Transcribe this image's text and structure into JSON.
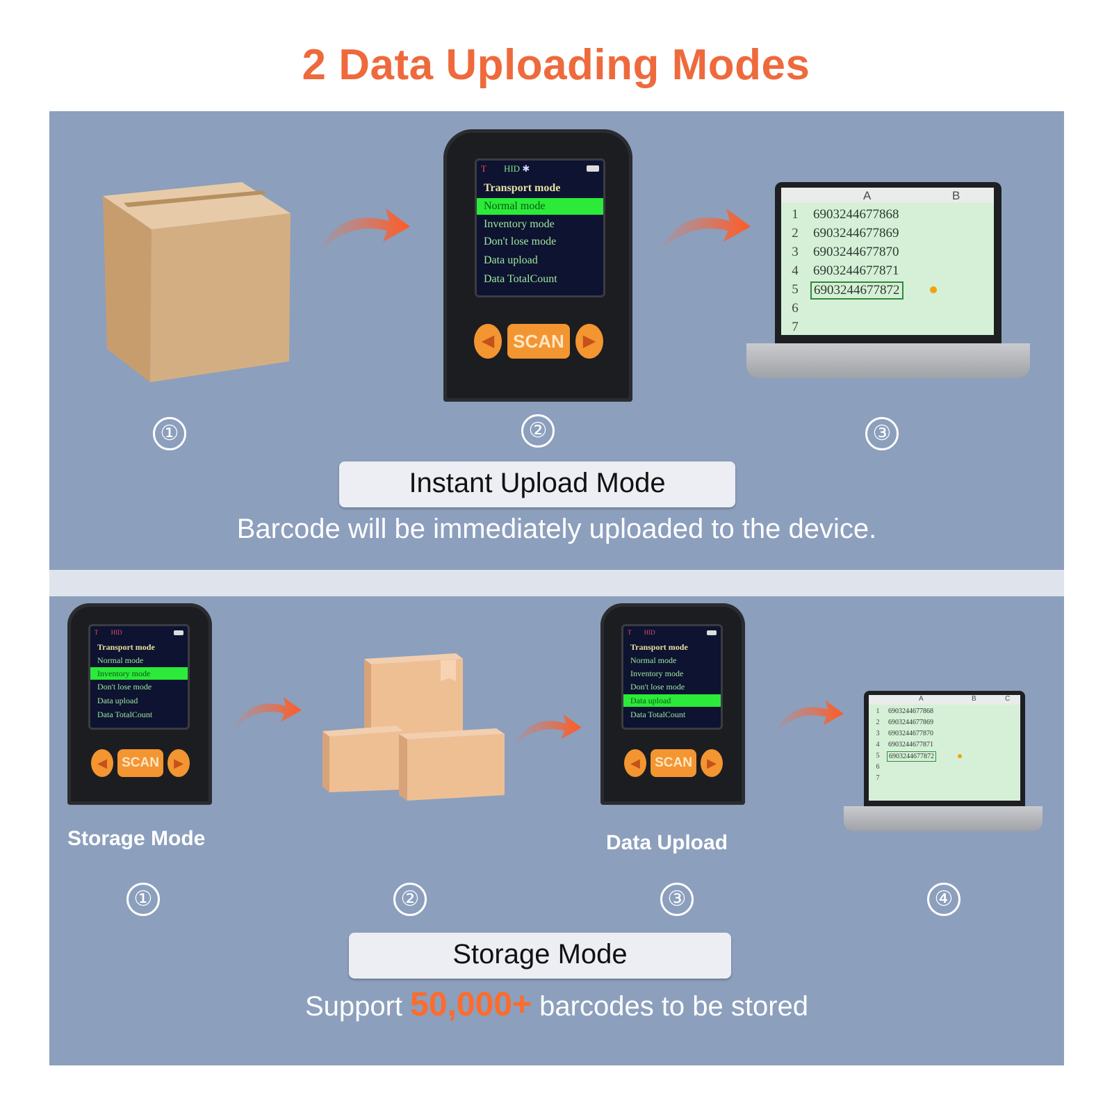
{
  "title": "2 Data Uploading Modes",
  "colors": {
    "accent": "#ee6a3c",
    "panel": "#8c9fbd",
    "screen_highlight": "#2bea3a",
    "button": "#f39531"
  },
  "device_screen": {
    "status_left": "T",
    "status_mode": "HID",
    "bluetooth_icon": "bluetooth-icon",
    "battery_icon": "battery-icon",
    "menu": [
      "Transport mode",
      "Normal mode",
      "Inventory mode",
      "Don't lose mode",
      "Data upload",
      "Data TotalCount"
    ],
    "scan_label": "SCAN"
  },
  "instant": {
    "steps": [
      "①",
      "②",
      "③"
    ],
    "label": "Instant Upload Mode",
    "caption": "Barcode will be immediately uploaded to the device."
  },
  "spreadsheet": {
    "columns_top": [
      "A",
      "B"
    ],
    "columns_small": [
      "A",
      "B",
      "C"
    ],
    "rows": [
      "1",
      "2",
      "3",
      "4",
      "5",
      "6",
      "7"
    ],
    "values": [
      "6903244677868",
      "6903244677869",
      "6903244677870",
      "6903244677871",
      "6903244677872"
    ]
  },
  "storage": {
    "steps": [
      "①",
      "②",
      "③",
      "④"
    ],
    "step1_label": "Storage Mode",
    "step3_label": "Data Upload",
    "label": "Storage Mode",
    "caption_pre": "Support",
    "caption_highlight": "50,000+",
    "caption_post": "barcodes to be stored"
  }
}
